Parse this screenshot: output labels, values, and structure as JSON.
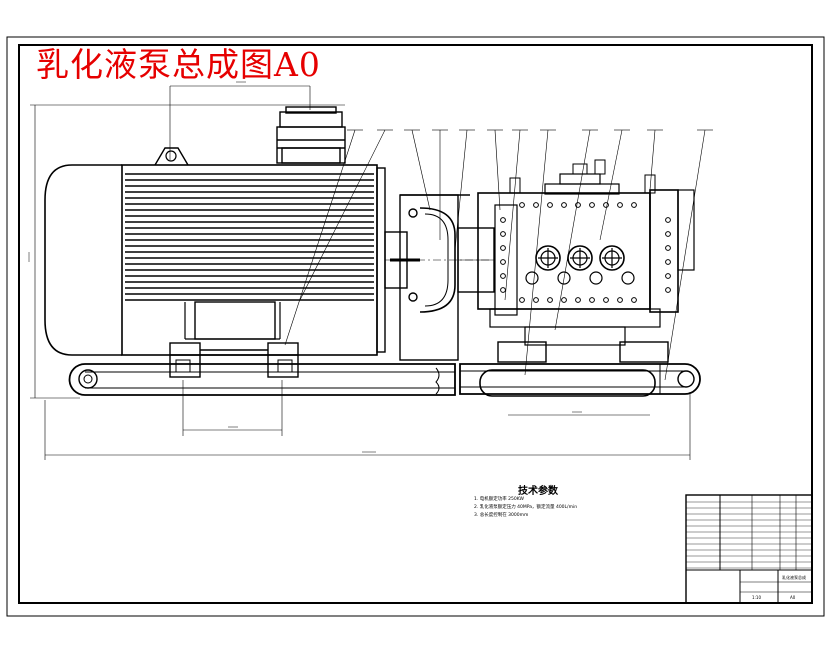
{
  "drawing": {
    "title": "乳化液泵总成图A0",
    "title_color": "#e60000",
    "line_color": "#000000",
    "background": "#ffffff"
  },
  "technical_notes": {
    "heading": "技术参数",
    "items": [
      "1. 电机额定功率 250KW",
      "2. 乳化液泵额定压力 40MPa，额定流量 400L/min",
      "3. 总长度控制在 3000mm"
    ]
  },
  "title_block": {
    "drawing_name": "乳化液泵总成",
    "scale": "1:10",
    "sheet": "A0"
  }
}
